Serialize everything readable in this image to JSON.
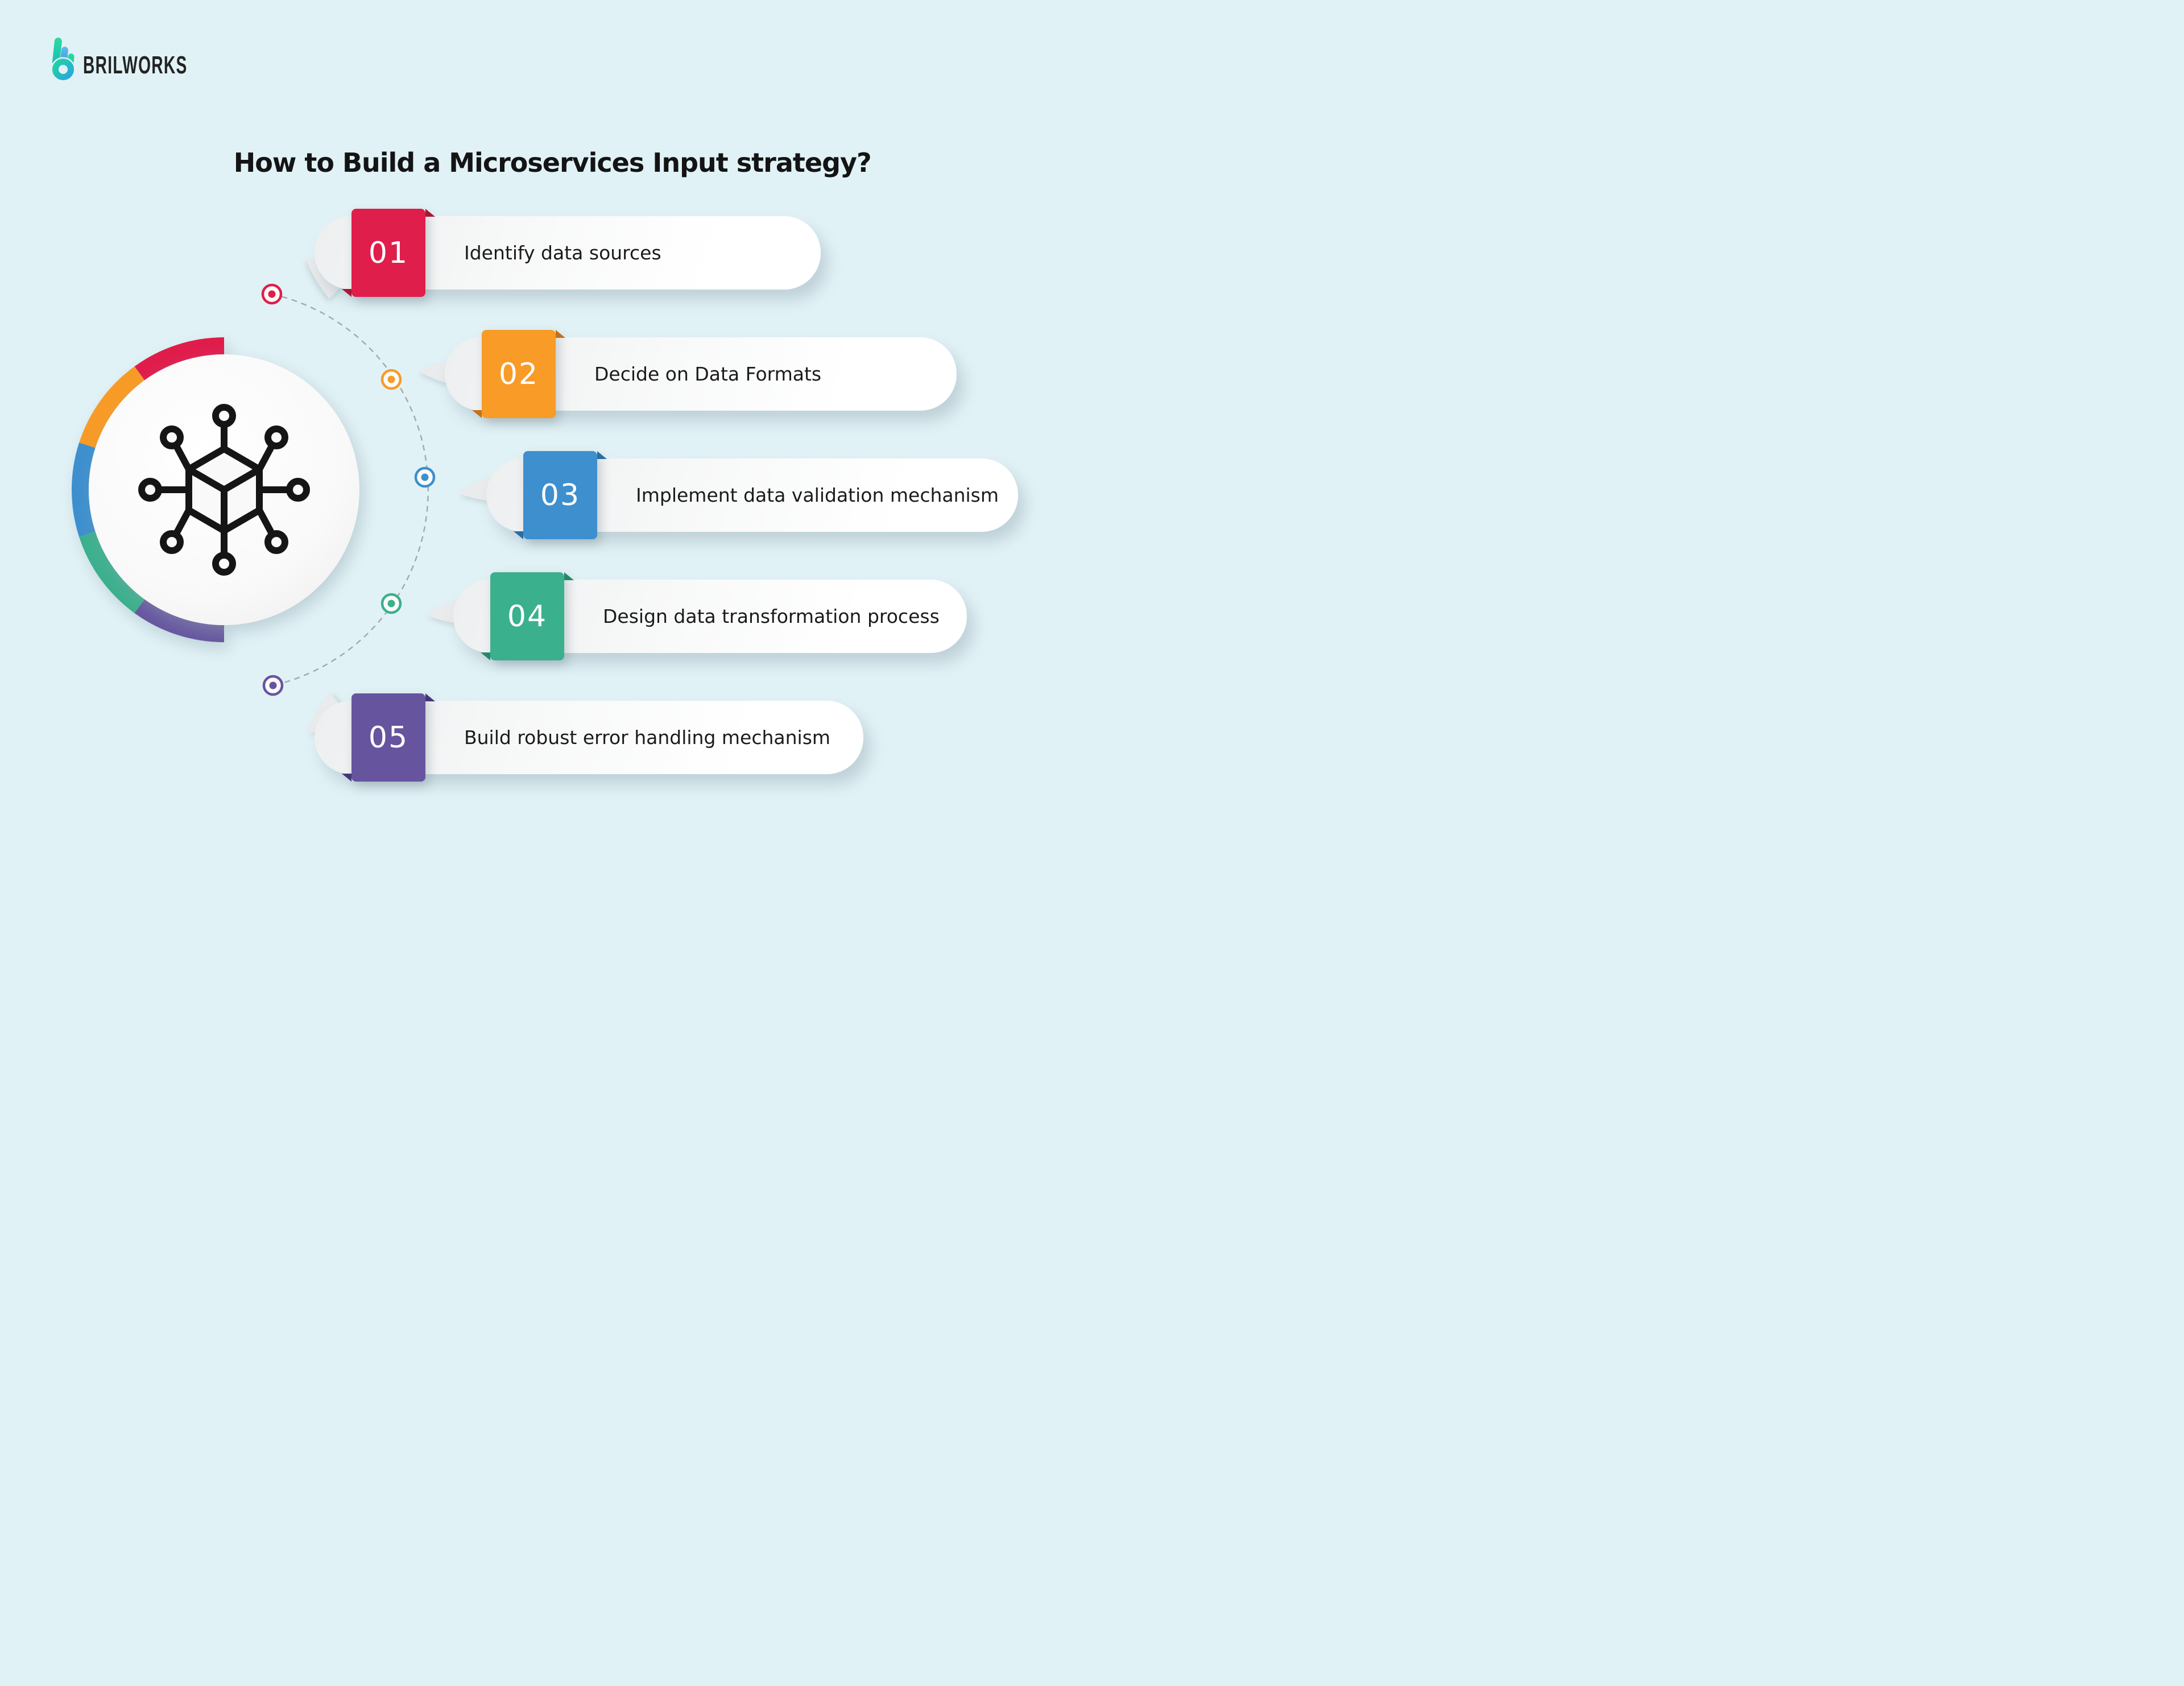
{
  "page": {
    "background": "#E1F2F6"
  },
  "logo": {
    "brand": "BRILWORKS",
    "icon": "brilworks-b-hand-logo",
    "colors": {
      "green": "#2BDA9D",
      "teal": "#14BDC0",
      "blue": "#4FA9E0"
    }
  },
  "title": "How to Build a Microservices Input strategy?",
  "center": {
    "icon": "microservices-cube-network-icon",
    "icon_color": "#151515",
    "circle_fill": "#FAF9F9"
  },
  "connector": {
    "style": "dashed-arc",
    "color": "#A6AAAC"
  },
  "steps": [
    {
      "num": "01",
      "label": "Identify data sources",
      "color": "#E01E4B",
      "fold_color": "#A81734"
    },
    {
      "num": "02",
      "label": "Decide on Data Formats",
      "color": "#F89B27",
      "fold_color": "#C47115"
    },
    {
      "num": "03",
      "label": "Implement data validation mechanism",
      "color": "#3E8FCE",
      "fold_color": "#2B6CA3"
    },
    {
      "num": "04",
      "label": "Design data transformation process",
      "color": "#3BB08D",
      "fold_color": "#27876A"
    },
    {
      "num": "05",
      "label": "Build robust error handling mechanism",
      "color": "#66549F",
      "fold_color": "#463677"
    }
  ]
}
